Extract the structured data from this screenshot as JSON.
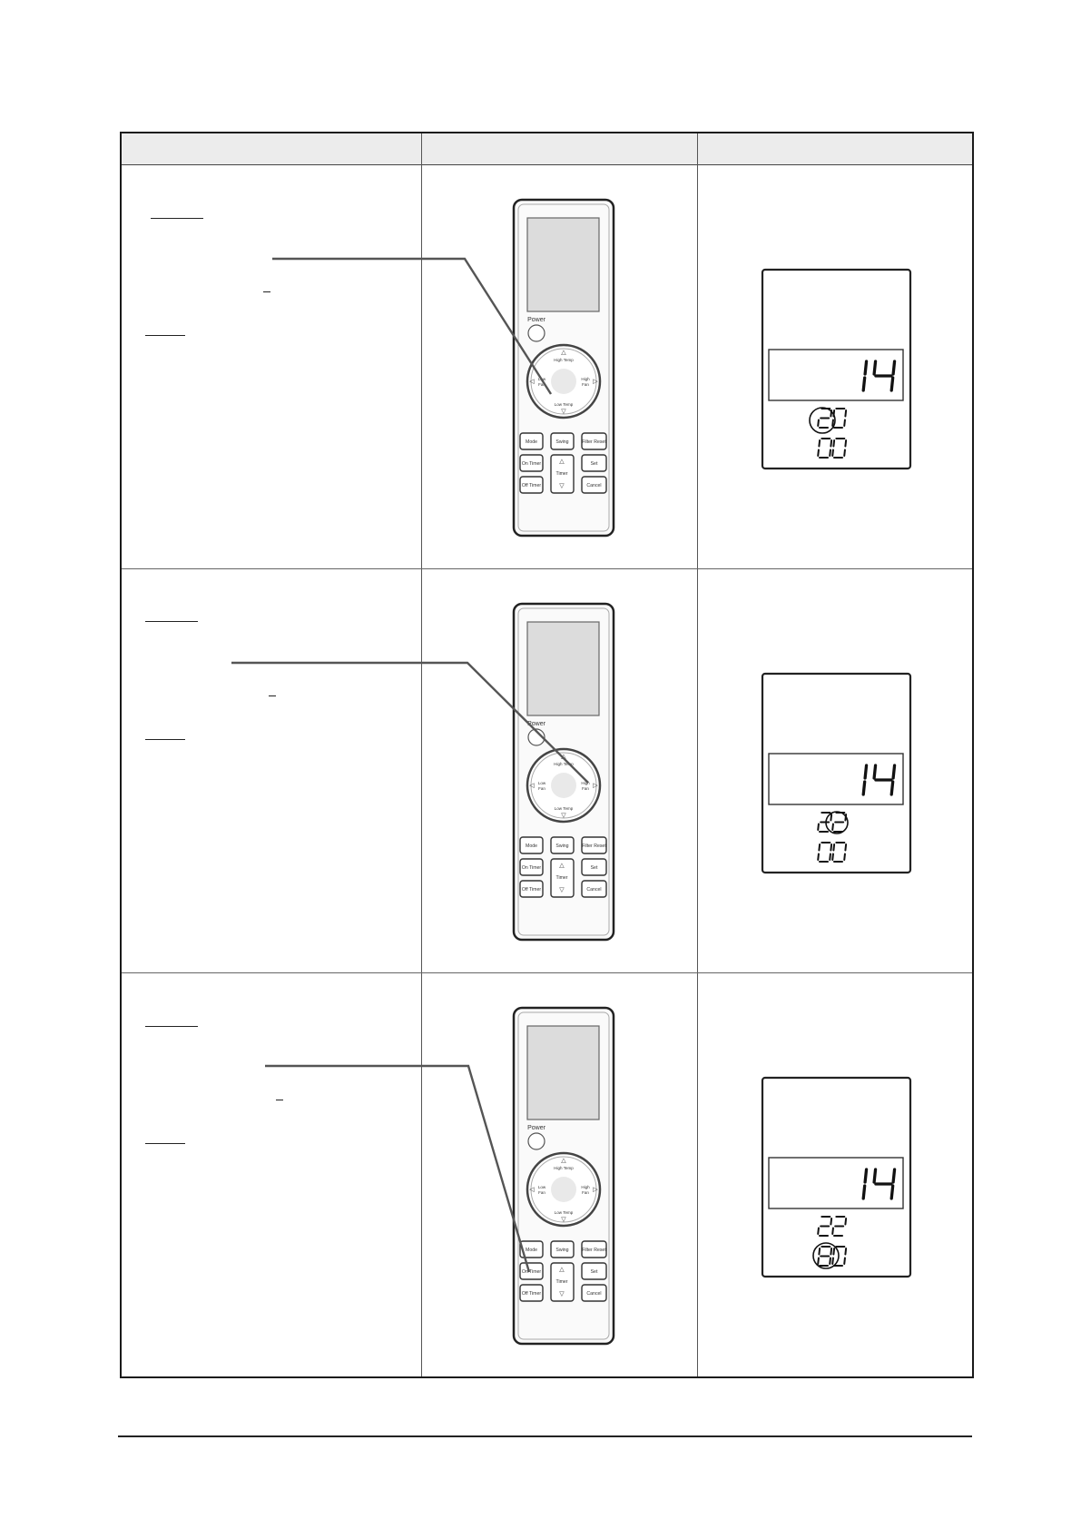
{
  "rows": [
    {
      "remote": {
        "power_label": "Power",
        "pad": {
          "up": "High Temp",
          "down": "Low Temp",
          "left_top": "Low",
          "left_bottom": "Fan",
          "right_top": "High",
          "right_bottom": "Fan"
        },
        "buttons": [
          "Mode",
          "Swing",
          "Filter Reset",
          "On Timer",
          "Set",
          "Off Timer",
          "Cancel"
        ],
        "timer_label": "Timer"
      },
      "display": {
        "main": "14",
        "line2": "20",
        "line3": "00"
      }
    },
    {
      "remote": {
        "power_label": "Power",
        "pad": {
          "up": "High Temp",
          "down": "Low Temp",
          "left_top": "Low",
          "left_bottom": "Fan",
          "right_top": "High",
          "right_bottom": "Fan"
        },
        "buttons": [
          "Mode",
          "Swing",
          "Filter Reset",
          "On Timer",
          "Set",
          "Off Timer",
          "Cancel"
        ],
        "timer_label": "Timer"
      },
      "display": {
        "main": "14",
        "line2": "22",
        "line3": "00"
      }
    },
    {
      "remote": {
        "power_label": "Power",
        "pad": {
          "up": "High Temp",
          "down": "Low Temp",
          "left_top": "Low",
          "left_bottom": "Fan",
          "right_top": "High",
          "right_bottom": "Fan"
        },
        "buttons": [
          "Mode",
          "Swing",
          "Filter Reset",
          "On Timer",
          "Set",
          "Off Timer",
          "Cancel"
        ],
        "timer_label": "Timer"
      },
      "display": {
        "main": "14",
        "line2": "22",
        "line3": "80"
      }
    }
  ]
}
